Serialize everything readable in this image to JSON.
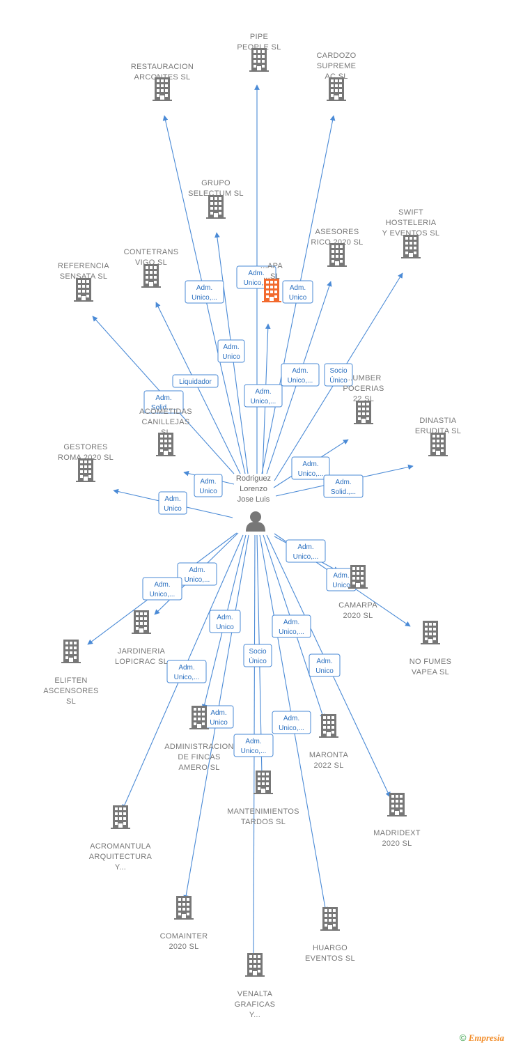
{
  "colors": {
    "edge": "#4a8ad6",
    "building": "#777777",
    "highlight": "#f26a2e",
    "person": "#777777"
  },
  "center_person": {
    "name_lines": [
      "Rodriguez",
      "Lorenzo",
      "Jose Luis"
    ],
    "icon": "person-icon"
  },
  "companies": [
    {
      "id": "pipe",
      "lines": [
        "PIPE",
        "PEOPLE  SL"
      ],
      "edge": "Adm. Unico,..."
    },
    {
      "id": "restauracion",
      "lines": [
        "RESTAURACION",
        "ARCONTES  SL"
      ],
      "edge": "Adm. Unico,..."
    },
    {
      "id": "cardozo",
      "lines": [
        "CARDOZO",
        "SUPREME",
        "AC  SL"
      ],
      "edge": "Adm. Unico"
    },
    {
      "id": "grupo",
      "lines": [
        "GRUPO",
        "SELECTUM  SL"
      ],
      "edge": "Adm. Unico"
    },
    {
      "id": "asesores",
      "lines": [
        "ASESORES",
        "RICO 2020  SL"
      ],
      "edge": "Adm. Unico,..."
    },
    {
      "id": "swift",
      "lines": [
        "SWIFT",
        "HOSTELERIA",
        "Y EVENTOS  SL"
      ],
      "edge": "Socio Único"
    },
    {
      "id": "camarpa-top",
      "lines": [
        "...APA",
        "...SL"
      ],
      "edge": "Adm. Unico,...",
      "highlight": true
    },
    {
      "id": "contetrans",
      "lines": [
        "CONTETRANS",
        "VIGO SL"
      ],
      "edge": "Liquidador"
    },
    {
      "id": "referencia",
      "lines": [
        "REFERENCIA",
        "SENSATA  SL"
      ],
      "edge": "Adm. Solid.,..."
    },
    {
      "id": "umber",
      "lines": [
        "...UMBER",
        "POCERIAS",
        "22  SL"
      ],
      "edge": "Adm. Unico,..."
    },
    {
      "id": "dinastia",
      "lines": [
        "DINASTIA",
        "ERUDITA  SL"
      ],
      "edge": "Adm. Solid.,..."
    },
    {
      "id": "acometidas",
      "lines": [
        "ACOMETIDAS",
        "CANILLEJAS",
        "SL"
      ],
      "edge": "Adm. Unico"
    },
    {
      "id": "gestores",
      "lines": [
        "GESTORES",
        "ROMA 2020  SL"
      ],
      "edge": "Adm. Unico"
    },
    {
      "id": "camarpa",
      "lines": [
        "CAMARPA",
        "2020  SL"
      ],
      "edge": "Adm. Unico,..."
    },
    {
      "id": "nofumes",
      "lines": [
        "NO FUMES",
        "VAPEA  SL"
      ],
      "edge": "Adm. Unico"
    },
    {
      "id": "jardineria",
      "lines": [
        "JARDINERIA",
        "LOPICRAC  SL"
      ],
      "edge": "Adm. Unico,..."
    },
    {
      "id": "elliften",
      "lines": [
        "ELIFTEN",
        "ASCENSORES",
        "SL"
      ],
      "edge": "Adm. Unico,..."
    },
    {
      "id": "administracion",
      "lines": [
        "ADMINISTRACION",
        "DE FINCAS",
        "AMERO  SL"
      ],
      "edge": "Adm. Unico"
    },
    {
      "id": "acromantula",
      "lines": [
        "ACROMANTULA",
        "ARQUITECTURA",
        "Y..."
      ],
      "edge": "Adm. Unico,..."
    },
    {
      "id": "comainter",
      "lines": [
        "COMAINTER",
        "2020  SL"
      ],
      "edge": "Adm. Unico"
    },
    {
      "id": "mantenimientos",
      "lines": [
        "MANTENIMIENTOS",
        "TARDOS  SL"
      ],
      "edge": "Socio Único"
    },
    {
      "id": "venalta",
      "lines": [
        "VENALTA",
        "GRAFICAS",
        "Y..."
      ],
      "edge": "Adm. Unico,..."
    },
    {
      "id": "maronta",
      "lines": [
        "MARONTA",
        "2022  SL"
      ],
      "edge": "Adm. Unico,..."
    },
    {
      "id": "madridext",
      "lines": [
        "MADRIDEXT",
        "2020  SL"
      ],
      "edge": "Adm. Unico"
    },
    {
      "id": "huargo",
      "lines": [
        "HUARGO",
        "EVENTOS  SL"
      ],
      "edge": "Adm. Unico,..."
    }
  ],
  "footer": {
    "copyright_symbol": "©",
    "brand": "Empresia"
  }
}
